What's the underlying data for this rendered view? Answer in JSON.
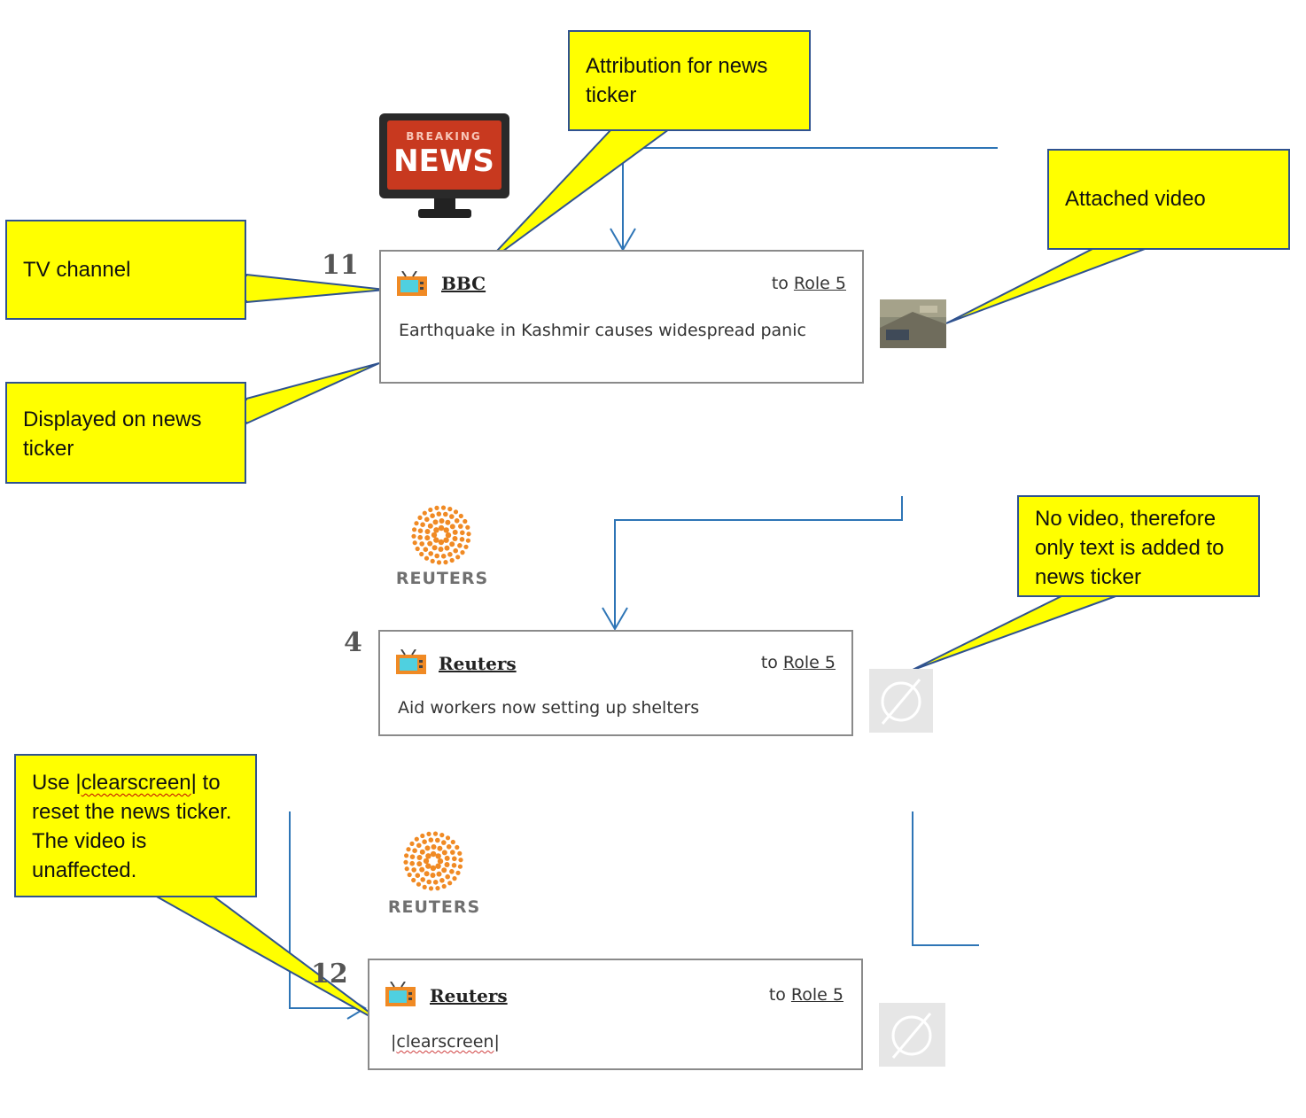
{
  "callouts": {
    "attribution": "Attribution for news ticker",
    "tv_channel": "TV channel",
    "displayed": "Displayed on news ticker",
    "attached_video": "Attached video",
    "no_video": "No video, therefore only text is added to news ticker",
    "clearscreen_pre": "Use |",
    "clearscreen_word": "clearscreen",
    "clearscreen_post": "| to reset the news ticker. The video is unaffected."
  },
  "logos": {
    "breaking_top": "BREAKING",
    "breaking_bottom": "NEWS",
    "reuters": "REUTERS"
  },
  "messages": [
    {
      "number": "11",
      "sender": "BBC",
      "to_label": "to",
      "role": "Role 5",
      "text": "Earthquake in Kashmir causes widespread panic"
    },
    {
      "number": "4",
      "sender": "Reuters",
      "to_label": "to",
      "role": "Role 5",
      "text": "Aid workers now setting up shelters"
    },
    {
      "number": "12",
      "sender": "Reuters",
      "to_label": "to",
      "role": "Role 5",
      "text_pre": "|",
      "text_word": "clearscreen",
      "text_post": "|"
    }
  ],
  "colors": {
    "callout_fill": "#ffff00",
    "callout_border": "#2f528f",
    "connector": "#2e75b6",
    "reuters_orange": "#f08a24",
    "breaking_red": "#c8391f"
  }
}
